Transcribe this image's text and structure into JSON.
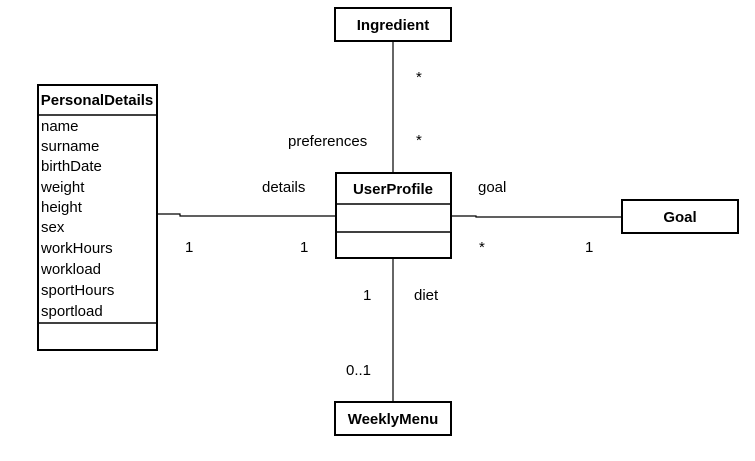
{
  "classes": {
    "ingredient": {
      "name": "Ingredient"
    },
    "personal_details": {
      "name": "PersonalDetails",
      "attributes": [
        "name",
        "surname",
        "birthDate",
        "weight",
        "height",
        "sex",
        "workHours",
        "workload",
        "sportHours",
        "sportload"
      ]
    },
    "user_profile": {
      "name": "UserProfile"
    },
    "goal": {
      "name": "Goal"
    },
    "weekly_menu": {
      "name": "WeeklyMenu"
    }
  },
  "associations": {
    "preferences": {
      "role": "preferences",
      "mult_ingredient": "*",
      "mult_profile": "*"
    },
    "details": {
      "role": "details",
      "mult_personal": "1",
      "mult_profile": "1"
    },
    "goal": {
      "role": "goal",
      "mult_profile": "*",
      "mult_goal": "1"
    },
    "diet": {
      "role": "diet",
      "mult_profile": "1",
      "mult_menu": "0..1"
    }
  }
}
